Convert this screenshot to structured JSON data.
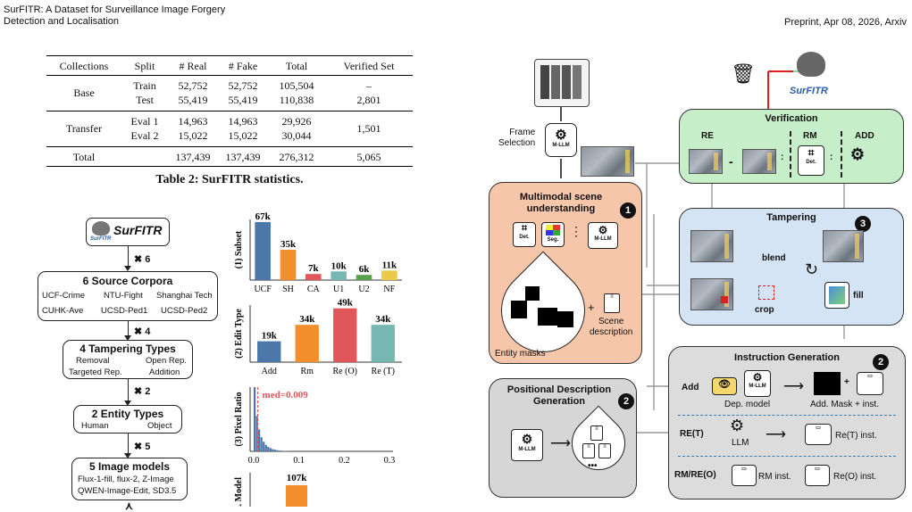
{
  "header": {
    "left_line1": "SurFITR: A Dataset for Surveillance Image Forgery",
    "left_line2": "Detection and Localisation",
    "right": "Preprint, Apr 08, 2026, Arxiv"
  },
  "table": {
    "columns": [
      "Collections",
      "Split",
      "# Real",
      "# Fake",
      "Total",
      "Verified Set"
    ],
    "groups": [
      {
        "name": "Base",
        "rows": [
          [
            "Train",
            "52,752",
            "52,752",
            "105,504",
            "–"
          ],
          [
            "Test",
            "55,419",
            "55,419",
            "110,838",
            "2,801"
          ]
        ]
      },
      {
        "name": "Transfer",
        "rows": [
          [
            "Eval 1",
            "14,963",
            "14,963",
            "29,926"
          ],
          [
            "Eval 2",
            "15,022",
            "15,022",
            "30,044"
          ]
        ],
        "verified": "1,501"
      }
    ],
    "total": [
      "Total",
      "137,439",
      "137,439",
      "276,312",
      "5,065"
    ],
    "caption": "Table 2: SurFITR statistics."
  },
  "left_flow": {
    "logo": "SurFITR",
    "logo_small": "SurFITR",
    "mult1": "✖ 6",
    "sources": {
      "title": "6 Source Corpora",
      "items": [
        "UCF-Crime",
        "NTU-Fight",
        "Shanghai Tech",
        "CUHK-Ave",
        "UCSD-Ped1",
        "UCSD-Ped2"
      ]
    },
    "mult2": "✖ 4",
    "tampering": {
      "title": "4 Tampering  Types",
      "items": [
        "Removal",
        "Open Rep.",
        "Targeted Rep.",
        "Addition"
      ]
    },
    "mult3": "✖ 2",
    "entity": {
      "title": "2 Entity Types",
      "items": [
        "Human",
        "Object"
      ]
    },
    "mult4": "✖ 5",
    "models": {
      "title": "5 Image models",
      "line1": "Flux-1-fill, flux-2, Z-Image",
      "line2": "QWEN-Image-Edit, SD3.5"
    }
  },
  "chart_data": [
    {
      "type": "bar",
      "ylabel": "(1) Subset",
      "categories": [
        "UCF",
        "SH",
        "CA",
        "U1",
        "U2",
        "NF"
      ],
      "values": [
        67,
        35,
        7,
        10,
        6,
        11
      ],
      "labels": [
        "67k",
        "35k",
        "7k",
        "10k",
        "6k",
        "11k"
      ],
      "colors": [
        "#4b77a9",
        "#f28e2b",
        "#e15759",
        "#76b7b2",
        "#59a14f",
        "#edc948"
      ]
    },
    {
      "type": "bar",
      "ylabel": "(2) Edit Type",
      "categories": [
        "Add",
        "Rm",
        "Re (O)",
        "Re (T)"
      ],
      "values": [
        19,
        34,
        49,
        34
      ],
      "labels": [
        "19k",
        "34k",
        "49k",
        "34k"
      ],
      "colors": [
        "#4b77a9",
        "#f28e2b",
        "#e15759",
        "#76b7b2"
      ]
    },
    {
      "type": "bar",
      "ylabel": "(3) Pixel Ratio",
      "x_ticks": [
        "0.0",
        "0.1",
        "0.2",
        "0.3"
      ],
      "annotation": "med=0.009",
      "median": 0.009,
      "xlim": [
        0,
        0.3
      ]
    },
    {
      "type": "bar",
      "ylabel": "n. Model",
      "labels": [
        "107k"
      ],
      "values": [
        107
      ],
      "colors": [
        "#f28e2b"
      ]
    }
  ],
  "diagram": {
    "frame_selection": "Frame\nSelection",
    "mllm": "M-LLM",
    "scene": {
      "title": "Multimodal scene understanding",
      "num": "1",
      "det": "Det.",
      "seg": "Seg.",
      "dots": "⋮",
      "plus": "+",
      "scene_desc": "Scene\ndescription",
      "entity_masks": "Entity masks"
    },
    "positional": {
      "title": "Positional Description Generation",
      "num": "2",
      "dots": "•••"
    },
    "verification": {
      "title": "Verification",
      "re": "RE",
      "rm": "RM",
      "add": "ADD",
      "minus": "-",
      "colon": ":",
      "det": "Det."
    },
    "tampering": {
      "title": "Tampering",
      "num": "3",
      "blend": "blend",
      "crop": "crop",
      "fill": "fill"
    },
    "instruction": {
      "title": "Instruction Generation",
      "num": "2",
      "add": "Add",
      "dep_model": "Dep. model",
      "add_mask": "Add. Mask + inst.",
      "plus": "+",
      "ret": "RE(T)",
      "llm": "LLM",
      "ret_inst": "Re(T) inst.",
      "rmreo": "RM/RE(O)",
      "rm_inst": "RM inst.",
      "reo_inst": "Re(O) inst."
    },
    "logo": "SurFITR",
    "trash": "🗑"
  },
  "colors": {
    "scene": "#f6c6aa",
    "positional": "#d6d6d6",
    "verification": "#c6efc9",
    "tampering": "#d5e4f5",
    "instruction": "#dcdcdc",
    "red": "#e02020"
  }
}
